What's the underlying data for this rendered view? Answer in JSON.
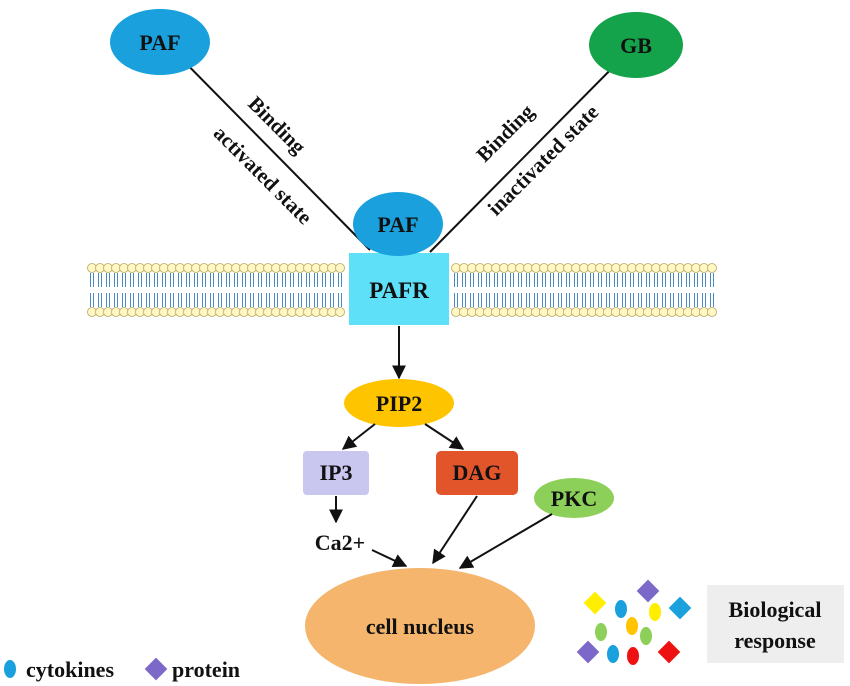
{
  "nodes": {
    "paf_top": {
      "label": "PAF",
      "color": "#1aa0dc"
    },
    "gb": {
      "label": "GB",
      "color": "#14a24a"
    },
    "paf_bound": {
      "label": "PAF",
      "color": "#1aa0dc"
    },
    "pafr": {
      "label": "PAFR",
      "color": "#5ee0f8"
    },
    "pip2": {
      "label": "PIP2",
      "color": "#ffc400"
    },
    "ip3": {
      "label": "IP3",
      "color": "#c9c6f0"
    },
    "dag": {
      "label": "DAG",
      "color": "#e2552a"
    },
    "pkc": {
      "label": "PKC",
      "color": "#8cd05a"
    },
    "ca": {
      "label": "Ca2+"
    },
    "nucleus": {
      "label": "cell nucleus",
      "color": "#f5b56c"
    }
  },
  "edge_labels": {
    "left_binding": "Binding",
    "left_state": "activated state",
    "right_binding": "Binding",
    "right_state": "inactivated state"
  },
  "response_box": {
    "line1": "Biological",
    "line2": "response",
    "color": "#eeeeee"
  },
  "legend": {
    "cytokines": {
      "label": "cytokines",
      "color": "#1aa0dc"
    },
    "protein": {
      "label": "protein",
      "color": "#7b68c8"
    }
  },
  "membrane_colors": {
    "head": "#fff6c4",
    "head_stroke": "#b8a860",
    "tail": "#4a8ac0"
  }
}
